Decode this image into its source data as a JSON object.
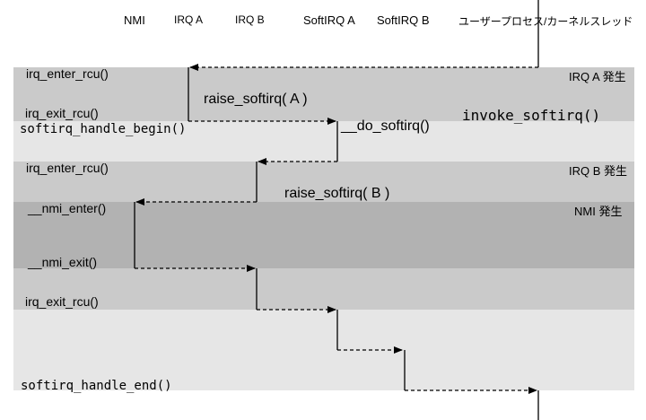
{
  "columns": {
    "nmi": "NMI",
    "irq_a": "IRQ A",
    "irq_b": "IRQ B",
    "softirq_a": "SoftIRQ A",
    "softirq_b": "SoftIRQ B",
    "user": "ユーザープロセス/カーネルスレッド"
  },
  "events": {
    "irq_a": "IRQ A 発生",
    "irq_b": "IRQ B 発生",
    "nmi": "NMI 発生"
  },
  "labels": {
    "irq_enter_rcu_1": "irq_enter_rcu()",
    "raise_softirq_a": "raise_softirq( A )",
    "invoke_softirq": "invoke_softirq()",
    "irq_exit_rcu_1": "irq_exit_rcu()",
    "softirq_handle_begin": "softirq_handle_begin()",
    "do_softirq": "__do_softirq()",
    "irq_enter_rcu_2": "irq_enter_rcu()",
    "raise_softirq_b": "raise_softirq( B )",
    "nmi_enter": "__nmi_enter()",
    "nmi_exit": "__nmi_exit()",
    "irq_exit_rcu_2": "irq_exit_rcu()",
    "softirq_handle_end": "softirq_handle_end()"
  }
}
